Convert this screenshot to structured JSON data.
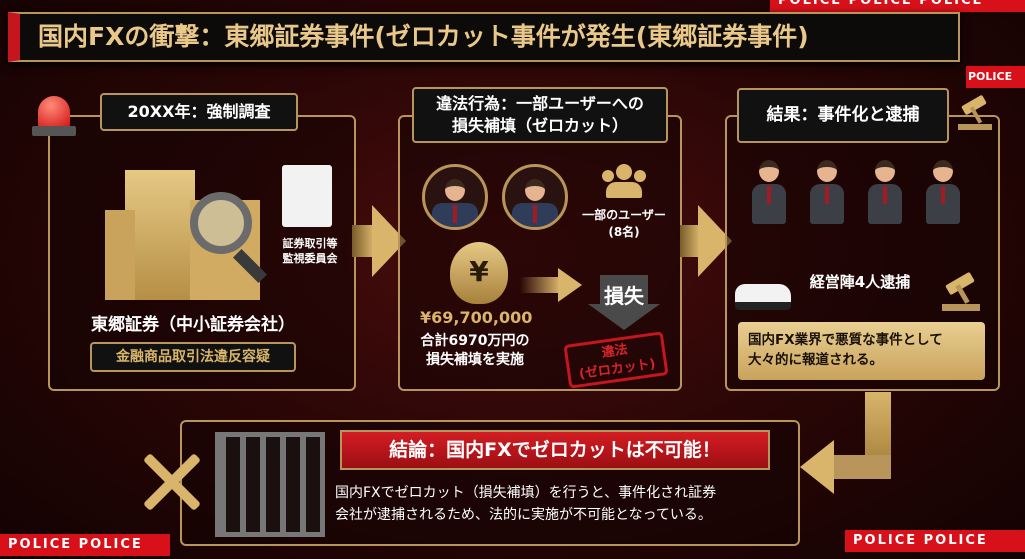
{
  "title": "国内FXの衝撃：東郷証券事件(ゼロカット事件が発生(東郷証券事件)",
  "tape_text": "POLICE",
  "step1": {
    "label": "20XX年：強制調査",
    "agency": "証券取引等\n監視委員会",
    "agency_line1": "証券取引等",
    "agency_line2": "監視委員会",
    "company": "東郷証券（中小証券会社）",
    "charge": "金融商品取引法違反容疑"
  },
  "step2": {
    "label_line1": "違法行為：一部ユーザーへの",
    "label_line2": "損失補填（ゼロカット）",
    "users_line1": "一部のユーザー",
    "users_line2": "(8名)",
    "amount": "¥69,700,000",
    "yen_symbol": "¥",
    "desc_line1": "合計6970万円の",
    "desc_line2": "損失補填を実施",
    "loss": "損失",
    "stamp_line1": "違法",
    "stamp_line2": "(ゼロカット)"
  },
  "step3": {
    "label": "結果：事件化と逮捕",
    "arrested": "経営陣4人逮捕",
    "news_line1": "国内FX業界で悪質な事件として",
    "news_line2": "大々的に報道される。"
  },
  "conclusion": {
    "heading": "結論：国内FXでゼロカットは不可能！",
    "body_line1": "国内FXでゼロカット（損失補填）を行うと、事件化され証券",
    "body_line2": "会社が逮捕されるため、法的に実施が不可能となっている。"
  },
  "colors": {
    "gold": "#d9b56b",
    "red": "#c4161c",
    "tape": "#d8101a"
  }
}
